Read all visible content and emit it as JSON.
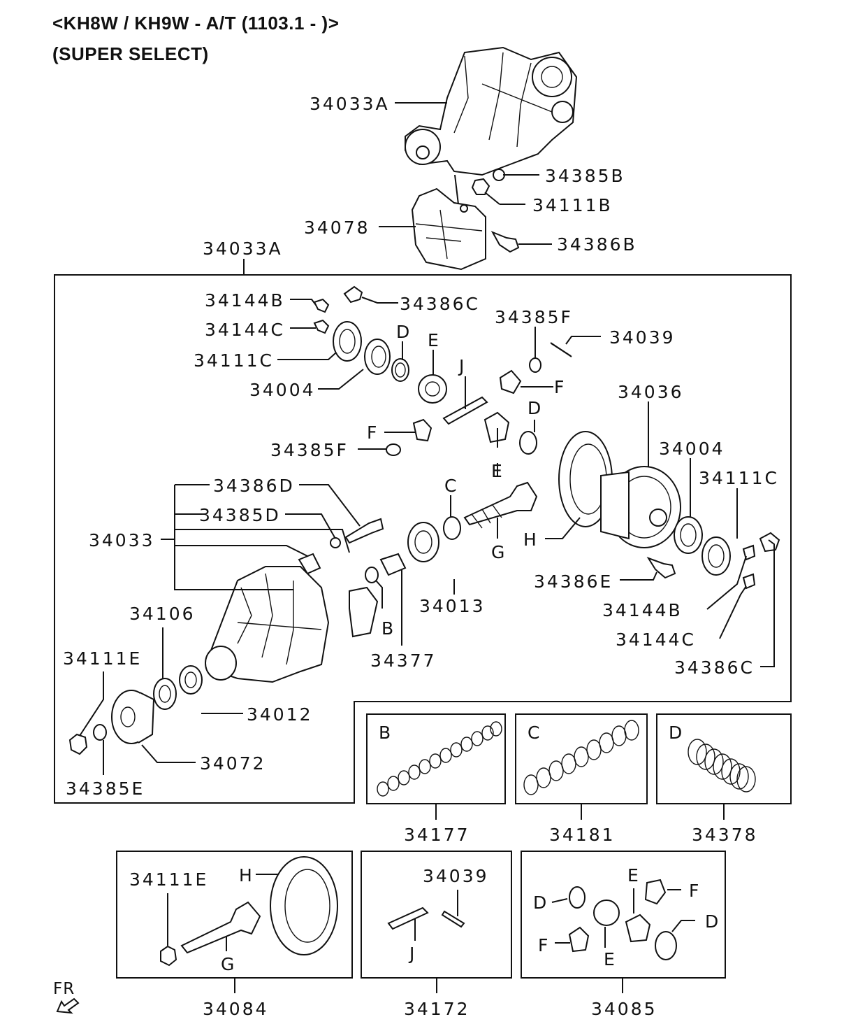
{
  "title": {
    "line1": "<KH8W / KH9W - A/T (1103.1 - )>",
    "line2": "(SUPER SELECT)"
  },
  "callouts": {
    "c34033A_top": "34033A",
    "c34385B": "34385B",
    "c34111B": "34111B",
    "c34078": "34078",
    "c34386B": "34386B",
    "c34033A_box": "34033A",
    "c34144B_a": "34144B",
    "c34386C_a": "34386C",
    "c34144C_a": "34144C",
    "c34111C_a": "34111C",
    "c34004_a": "34004",
    "c34385F_a": "34385F",
    "c34039_a": "34039",
    "cD_1": "D",
    "cE_1": "E",
    "cJ_1": "J",
    "cF_1": "F",
    "cF_2": "F",
    "c34385F_b": "34385F",
    "cD_2": "D",
    "cE_2": "E",
    "c34036": "34036",
    "c34004_b": "34004",
    "c34111C_b": "34111C",
    "c34386D": "34386D",
    "c34385D": "34385D",
    "c34033": "34033",
    "cC_1": "C",
    "cG_1": "G",
    "cH_1": "H",
    "c34386E": "34386E",
    "c34144B_b": "34144B",
    "c34144C_b": "34144C",
    "c34386C_b": "34386C",
    "c34013": "34013",
    "cB_1": "B",
    "c34377": "34377",
    "c34106": "34106",
    "c34111E_a": "34111E",
    "c34012": "34012",
    "c34072": "34072",
    "c34385E": "34385E"
  },
  "kits": {
    "kitB": {
      "letter": "B",
      "number": "34177"
    },
    "kitC": {
      "letter": "C",
      "number": "34181"
    },
    "kitD": {
      "letter": "D",
      "number": "34378"
    },
    "kit34084": {
      "number": "34084",
      "lbl_34111E": "34111E",
      "lbl_H": "H",
      "lbl_G": "G"
    },
    "kit34172": {
      "number": "34172",
      "lbl_34039": "34039",
      "lbl_J": "J"
    },
    "kit34085": {
      "number": "34085",
      "lbl_D1": "D",
      "lbl_E1": "E",
      "lbl_F1": "F",
      "lbl_D2": "D",
      "lbl_F2": "F",
      "lbl_E2": "E"
    }
  },
  "orientation": "FR"
}
